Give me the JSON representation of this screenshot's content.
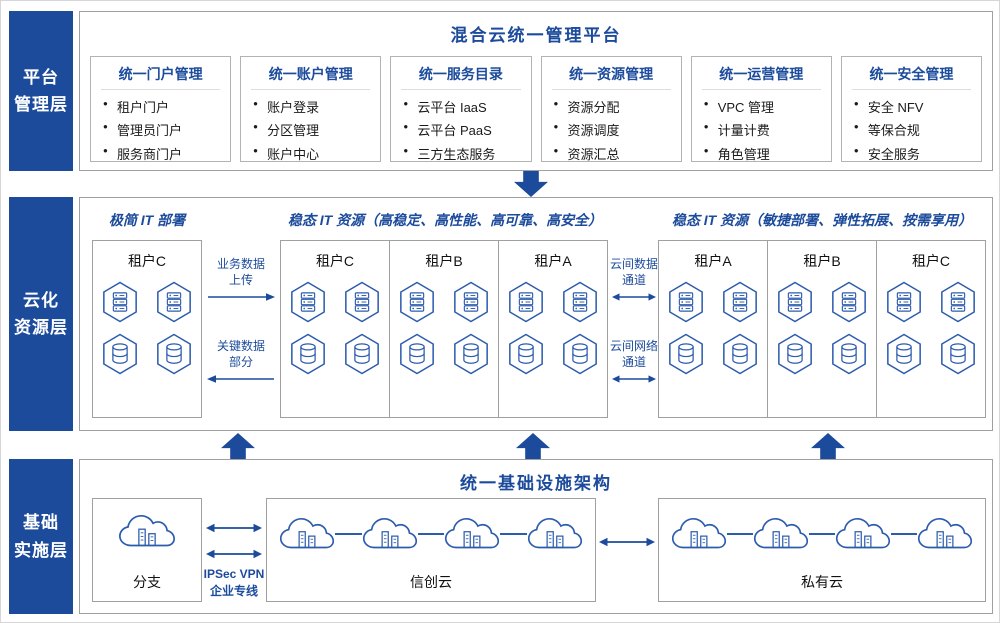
{
  "colors": {
    "accent": "#1c4b9c",
    "icon": "#2c5cad",
    "border": "#a0a0a0"
  },
  "icons": {
    "compute": "hexagon-server",
    "storage": "hexagon-database",
    "site": "cloud-datacenter"
  },
  "platform": {
    "label": "平台\n管理层",
    "title": "混合云统一管理平台",
    "modules": [
      {
        "title": "统一门户管理",
        "items": [
          "租户门户",
          "管理员门户",
          "服务商门户"
        ]
      },
      {
        "title": "统一账户管理",
        "items": [
          "账户登录",
          "分区管理",
          "账户中心"
        ]
      },
      {
        "title": "统一服务目录",
        "items": [
          "云平台 IaaS",
          "云平台 PaaS",
          "三方生态服务"
        ]
      },
      {
        "title": "统一资源管理",
        "items": [
          "资源分配",
          "资源调度",
          "资源汇总"
        ]
      },
      {
        "title": "统一运营管理",
        "items": [
          "VPC 管理",
          "计量计费",
          "角色管理"
        ]
      },
      {
        "title": "统一安全管理",
        "items": [
          "安全 NFV",
          "等保合规",
          "安全服务"
        ]
      }
    ]
  },
  "cloud": {
    "label": "云化\n资源层",
    "header_left": "极简 IT 部署",
    "header_middle": "稳态 IT 资源（高稳定、高性能、高可靠、高安全）",
    "header_right": "稳态 IT 资源（敏捷部署、弹性拓展、按需享用）",
    "standalone_tenant": "租户C",
    "middle_tenants": [
      "租户C",
      "租户B",
      "租户A"
    ],
    "right_tenants": [
      "租户A",
      "租户B",
      "租户C"
    ],
    "link_upload": "业务数据\n上传",
    "link_keydata": "关键数据\n部分",
    "channel_data": "云间数据\n通道",
    "channel_network": "云间网络\n通道"
  },
  "infra": {
    "label": "基础\n实施层",
    "title": "统一基础设施架构",
    "branch_label": "分支",
    "xinchuang_label": "信创云",
    "private_label": "私有云",
    "vpn_label": "IPSec VPN\n企业专线"
  }
}
